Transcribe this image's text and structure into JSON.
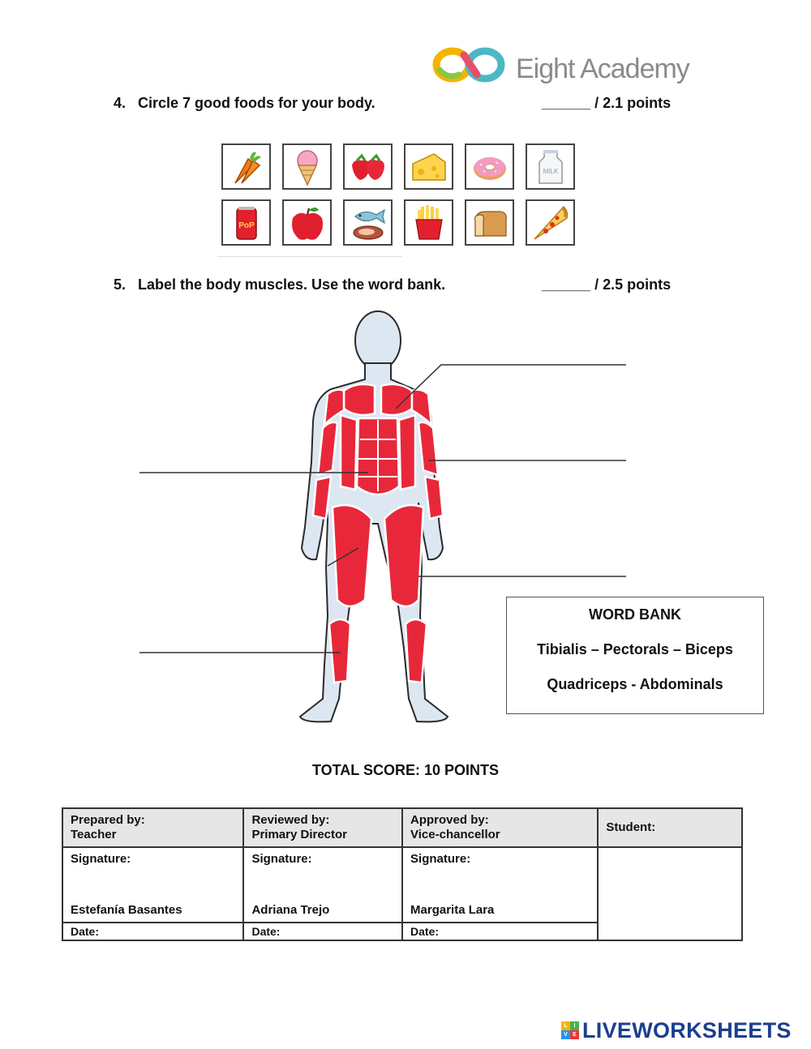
{
  "header": {
    "logo_text": "Eight Academy"
  },
  "question4": {
    "number": "4.",
    "text": "Circle 7 good foods for your body.",
    "points": "______ / 2.1 points"
  },
  "foods": [
    {
      "icon": "carrot-icon"
    },
    {
      "icon": "ice-cream-icon"
    },
    {
      "icon": "strawberry-icon"
    },
    {
      "icon": "cheese-icon"
    },
    {
      "icon": "donut-icon"
    },
    {
      "icon": "milk-icon",
      "label": "MILK"
    },
    {
      "icon": "soda-can-icon",
      "label": "PoP"
    },
    {
      "icon": "apple-icon"
    },
    {
      "icon": "fish-meat-icon"
    },
    {
      "icon": "french-fries-icon"
    },
    {
      "icon": "bread-icon"
    },
    {
      "icon": "pizza-icon"
    }
  ],
  "question5": {
    "number": "5.",
    "text": "Label the body muscles. Use the word bank.",
    "points": "______ / 2.5 points"
  },
  "word_bank": {
    "title": "WORD BANK",
    "line1": "Tibialis – Pectorals – Biceps",
    "line2": "Quadriceps - Abdominals"
  },
  "total_score": "TOTAL SCORE: 10 POINTS",
  "approval": {
    "prepared": {
      "label": "Prepared by:",
      "role": "Teacher",
      "signature": "Signature:",
      "name": "Estefanía Basantes",
      "date": "Date:"
    },
    "reviewed": {
      "label": "Reviewed by:",
      "role": "Primary Director",
      "signature": "Signature:",
      "name": "Adriana Trejo",
      "date": "Date:"
    },
    "approved": {
      "label": "Approved by:",
      "role": "Vice-chancellor",
      "signature": "Signature:",
      "name": "Margarita Lara",
      "date": "Date:"
    },
    "student": {
      "label": "Student:"
    }
  },
  "footer": {
    "brand": "LIVEWORKSHEETS",
    "badge": [
      "L",
      "I",
      "V",
      "E"
    ]
  },
  "colors": {
    "muscle": "#e8283a",
    "skin": "#dce7f2",
    "outline": "#2a2a2a",
    "brand": "#1b3f8f"
  }
}
